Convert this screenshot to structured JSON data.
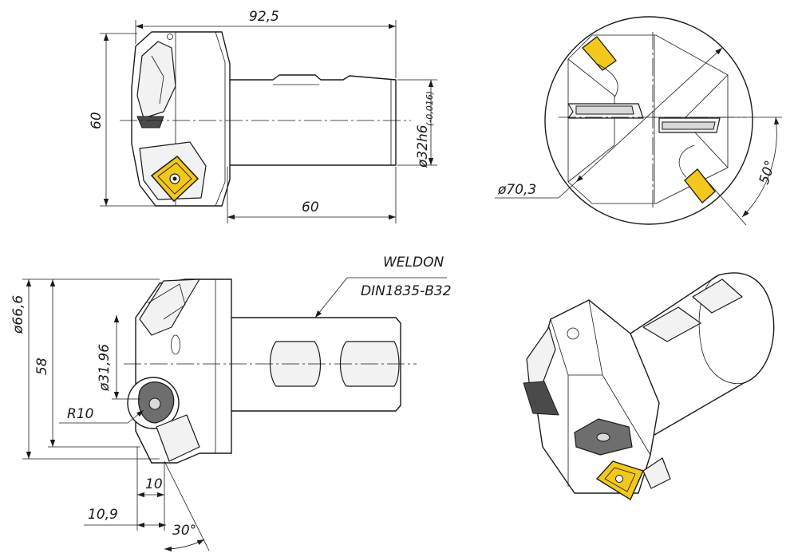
{
  "colors": {
    "insert_yellow": "#f2c81e",
    "insert_gray": "#6e6e6e",
    "line": "#1a1a1a"
  },
  "dimensions": {
    "overall_length": "92,5",
    "body_height": "60",
    "shank_length": "60",
    "shank_diameter": "ø32h6",
    "shank_tolerance": "(-0,016)",
    "circle_diameter": "ø70,3",
    "angle_50": "50°",
    "outer_diameter": "ø66,6",
    "height_58": "58",
    "inner_diameter": "ø31,96",
    "radius": "R10",
    "offset_10": "10",
    "offset_10_9": "10,9",
    "angle_30": "30°"
  },
  "notes": {
    "weldon_line1": "WELDON",
    "weldon_line2": "DIN1835-B32"
  }
}
